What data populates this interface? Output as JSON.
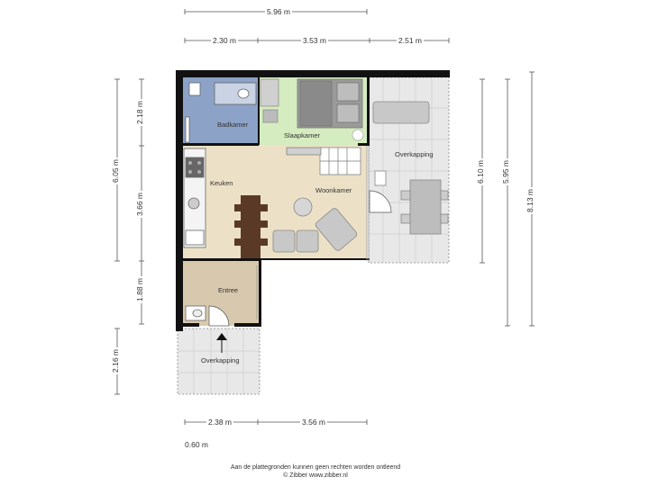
{
  "dimensions": {
    "top_total": "5.96 m",
    "top_1": "2.30 m",
    "top_2": "3.53 m",
    "top_3": "2.51 m",
    "left_1": "2.18 m",
    "left_2": "3.66 m",
    "left_3": "1.88 m",
    "left_total": "6.05 m",
    "left_porch": "2.16 m",
    "right_1": "6.10 m",
    "right_2": "5.95 m",
    "right_3": "8.13 m",
    "bottom_1": "2.38 m",
    "bottom_2": "3.56 m",
    "bottom_3": "0.60 m"
  },
  "rooms": {
    "badkamer": "Badkamer",
    "slaapkamer": "Slaapkamer",
    "keuken": "Keuken",
    "woonkamer": "Woonkamer",
    "overkapping_right": "Overkapping",
    "entree": "Entree",
    "overkapping_bottom": "Overkapping"
  },
  "footer": {
    "disclaimer": "Aan de plattegronden kunnen geen rechten worden ontleend",
    "credit": "© Zibber www.zibber.nl"
  },
  "colors": {
    "bathroom": "#8ca2c6",
    "bedroom": "#d4ecbf",
    "living": "#ece1c6",
    "entrance": "#d8c8ad",
    "terrace": "#e6e6e6",
    "wall": "#111111"
  }
}
